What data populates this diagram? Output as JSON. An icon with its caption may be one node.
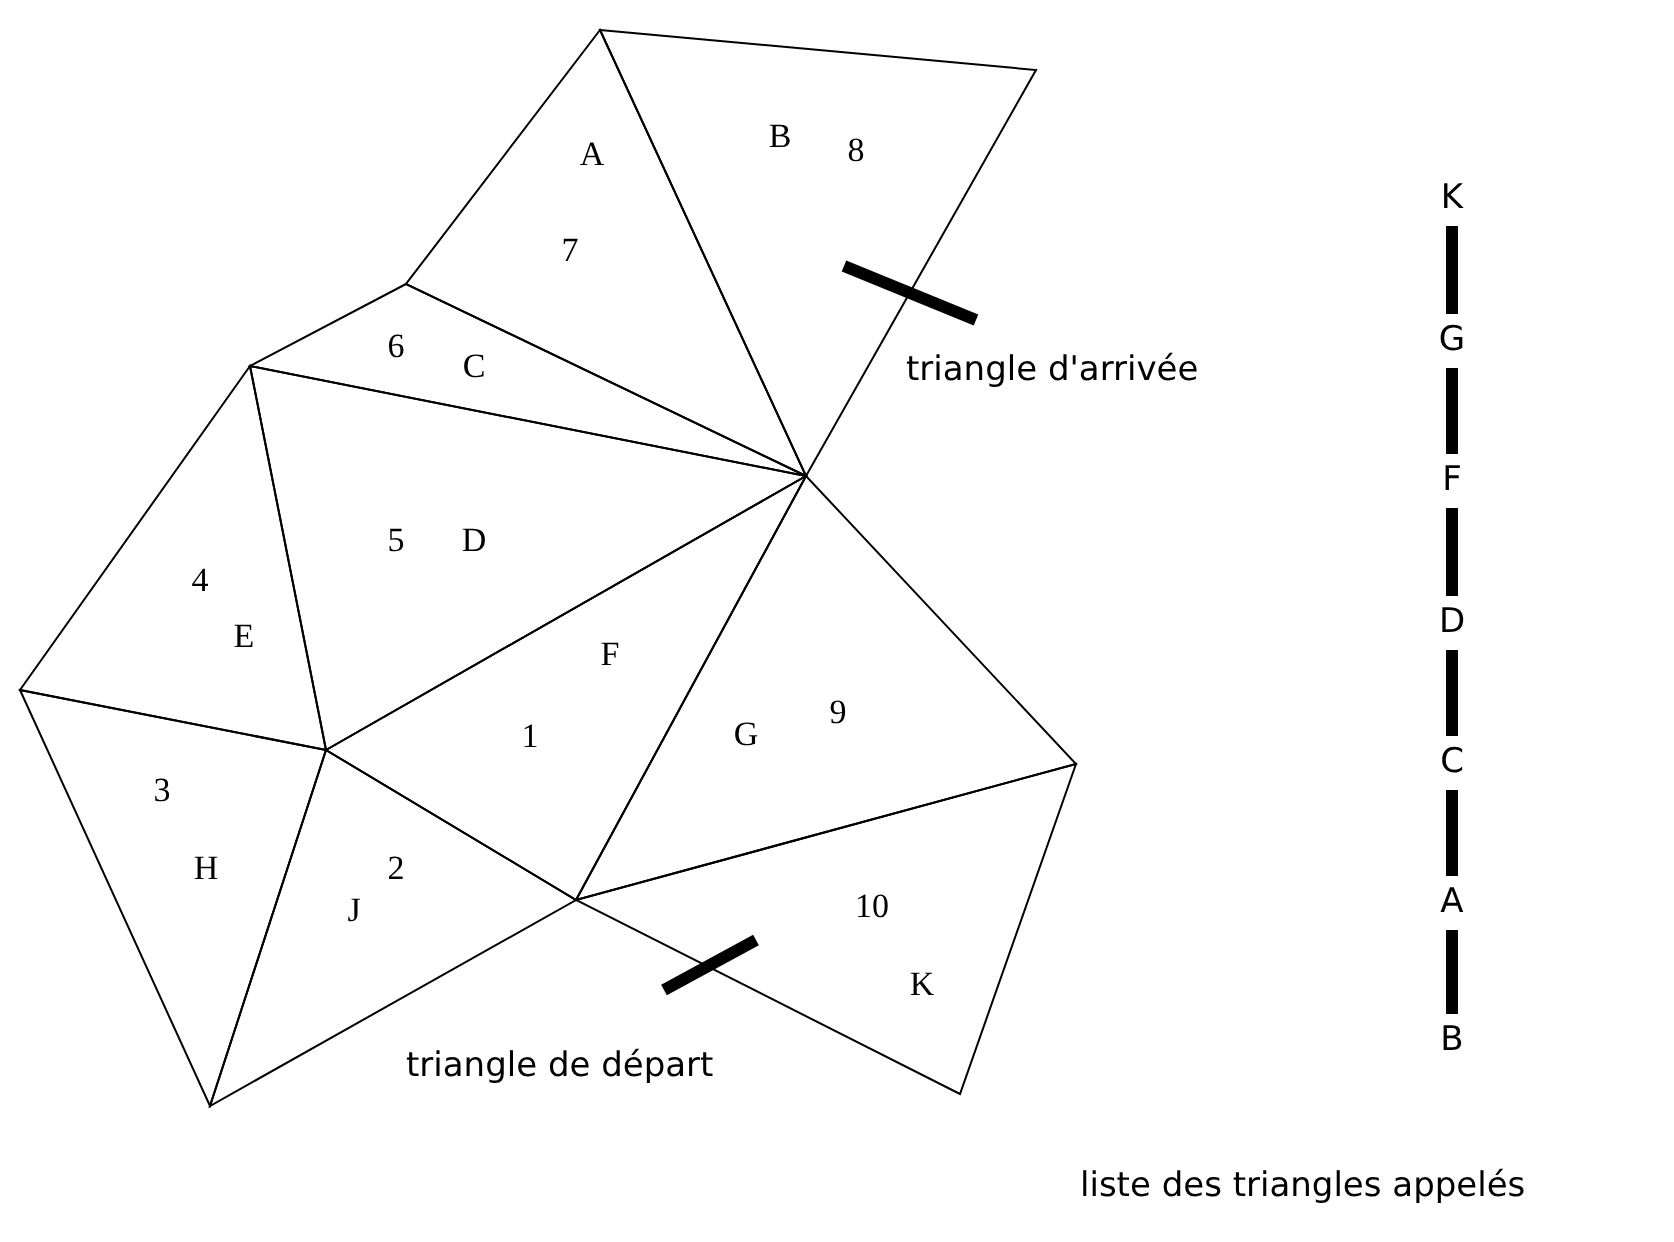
{
  "diagram": {
    "nodes": [
      {
        "text": [
          "A",
          "7"
        ]
      },
      {
        "text": [
          "B",
          "8"
        ]
      },
      {
        "text": [
          "6",
          "C"
        ]
      },
      {
        "text": [
          "5",
          "D"
        ]
      },
      {
        "text": [
          "4",
          "E"
        ]
      },
      {
        "text": [
          "F",
          "1"
        ]
      },
      {
        "text": [
          "G",
          "9"
        ]
      },
      {
        "text": [
          "3",
          "H"
        ]
      },
      {
        "text": [
          "J",
          "2"
        ]
      },
      {
        "text": [
          "10",
          "K"
        ]
      },
      {
        "text": [
          "triangle d'arrivée"
        ]
      },
      {
        "text": [
          "triangle de départ"
        ]
      },
      {
        "text": [
          "K"
        ]
      },
      {
        "text": [
          "G"
        ]
      },
      {
        "text": [
          "F"
        ]
      },
      {
        "text": [
          "D"
        ]
      },
      {
        "text": [
          "C"
        ]
      },
      {
        "text": [
          "A"
        ]
      },
      {
        "text": [
          "B"
        ]
      }
    ],
    "edges": [
      {
        "from": 10,
        "to": 1,
        "arrow": "none"
      },
      {
        "from": 11,
        "to": 9,
        "arrow": "none"
      },
      {
        "from": 12,
        "to": 13,
        "arrow": "none"
      },
      {
        "from": 13,
        "to": 14,
        "arrow": "none"
      },
      {
        "from": 14,
        "to": 15,
        "arrow": "none"
      },
      {
        "from": 15,
        "to": 16,
        "arrow": "none"
      },
      {
        "from": 16,
        "to": 17,
        "arrow": "none"
      },
      {
        "from": 17,
        "to": 18,
        "arrow": "none"
      }
    ],
    "labels": [
      "liste des triangles appelés"
    ]
  }
}
